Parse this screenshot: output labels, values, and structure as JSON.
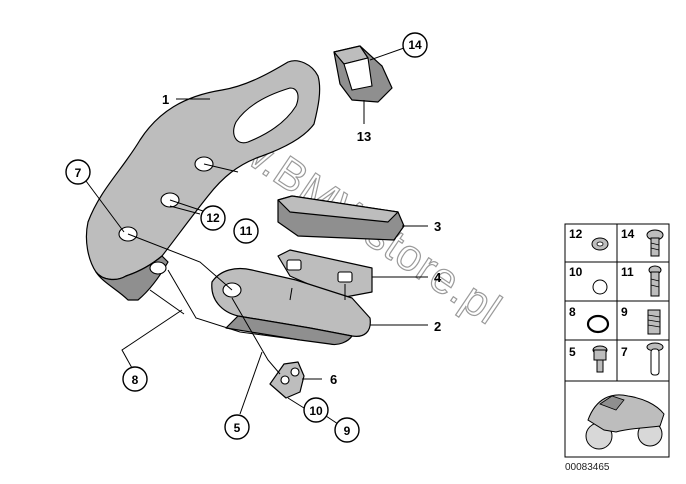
{
  "watermark": "www.BMWstore.pl",
  "diagram_code": "00083465",
  "callouts": [
    {
      "id": "callout-1",
      "text": "1"
    },
    {
      "id": "callout-2",
      "text": "2"
    },
    {
      "id": "callout-3",
      "text": "3"
    },
    {
      "id": "callout-4",
      "text": "4"
    },
    {
      "id": "callout-5",
      "text": "5"
    },
    {
      "id": "callout-6",
      "text": "6"
    },
    {
      "id": "callout-7",
      "text": "7"
    },
    {
      "id": "callout-8",
      "text": "8"
    },
    {
      "id": "callout-9",
      "text": "9"
    },
    {
      "id": "callout-10",
      "text": "10"
    },
    {
      "id": "callout-11",
      "text": "11"
    },
    {
      "id": "callout-12",
      "text": "12"
    },
    {
      "id": "callout-13",
      "text": "13"
    },
    {
      "id": "callout-14",
      "text": "14"
    }
  ],
  "legend": [
    {
      "text": "12"
    },
    {
      "text": "14"
    },
    {
      "text": "10"
    },
    {
      "text": "11"
    },
    {
      "text": "8"
    },
    {
      "text": "9"
    },
    {
      "text": "5"
    },
    {
      "text": "7"
    }
  ]
}
